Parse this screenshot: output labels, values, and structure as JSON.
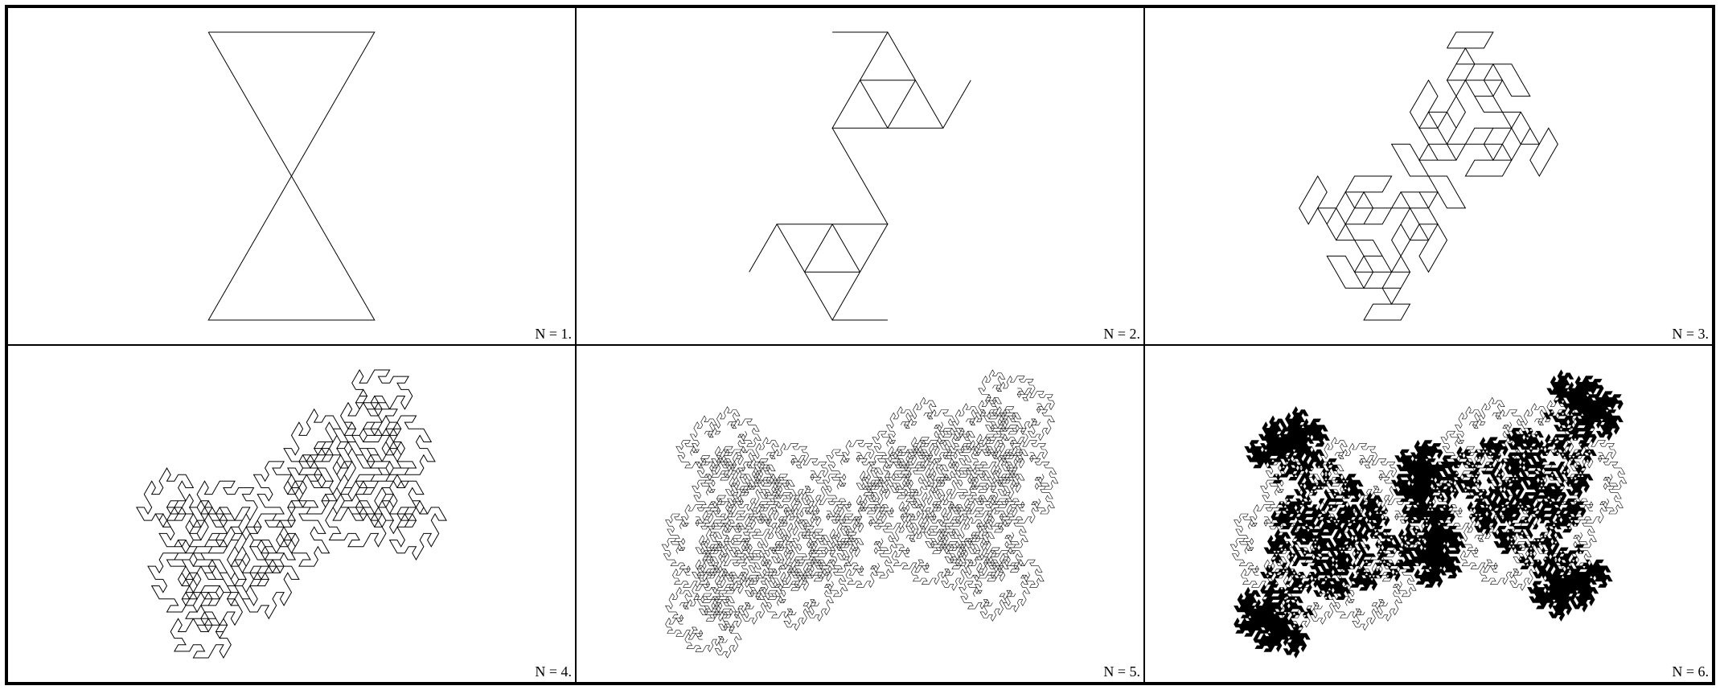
{
  "panels": [
    {
      "label": "N = 1.",
      "order": 1
    },
    {
      "label": "N = 2.",
      "order": 2
    },
    {
      "label": "N = 3.",
      "order": 3
    },
    {
      "label": "N = 4.",
      "order": 4
    },
    {
      "label": "N = 5.",
      "order": 5
    },
    {
      "label": "N = 6.",
      "order": 6
    }
  ],
  "colors": {
    "line": "#000000",
    "background": "#ffffff",
    "border": "#000000"
  }
}
